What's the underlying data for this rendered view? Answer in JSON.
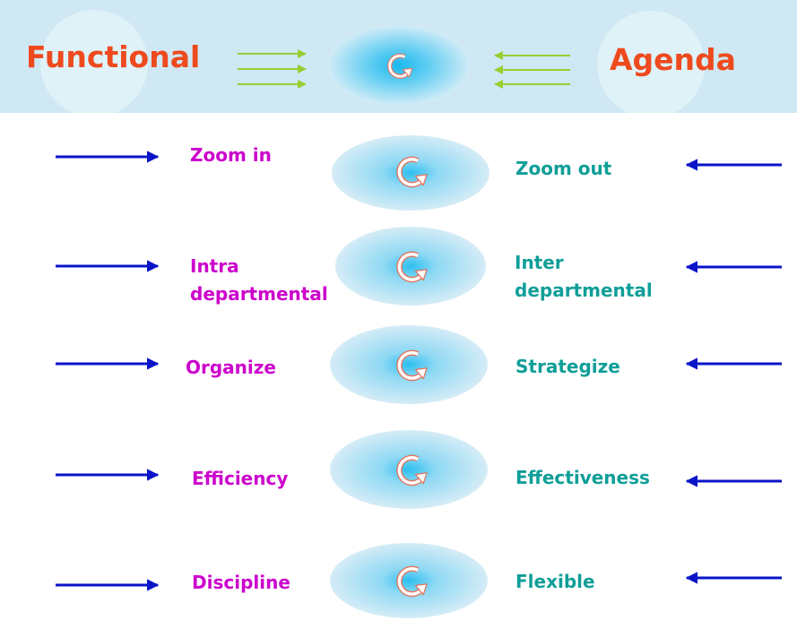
{
  "header": {
    "left_title": "Functional",
    "right_title": "Agenda"
  },
  "rows": [
    {
      "left": "Zoom in",
      "right": "Zoom out"
    },
    {
      "left": "Intra departmental",
      "right": "Inter departmental"
    },
    {
      "left": "Organize",
      "right": "Strategize"
    },
    {
      "left": "Efficiency",
      "right": "Effectiveness"
    },
    {
      "left": "Discipline",
      "right": "Flexible"
    }
  ],
  "colors": {
    "banner_background": "#cfe8f4",
    "title_text": "#ee4a1e",
    "left_label_text": "#cc00cc",
    "right_label_text": "#0f9e98",
    "row_arrow": "#0a14c8",
    "header_arrow": "#9acd32",
    "cycle_icon": "#e2725b"
  },
  "icons": {
    "cycle": "circular-arrow-icon",
    "row_arrow": "long-arrow-icon"
  }
}
